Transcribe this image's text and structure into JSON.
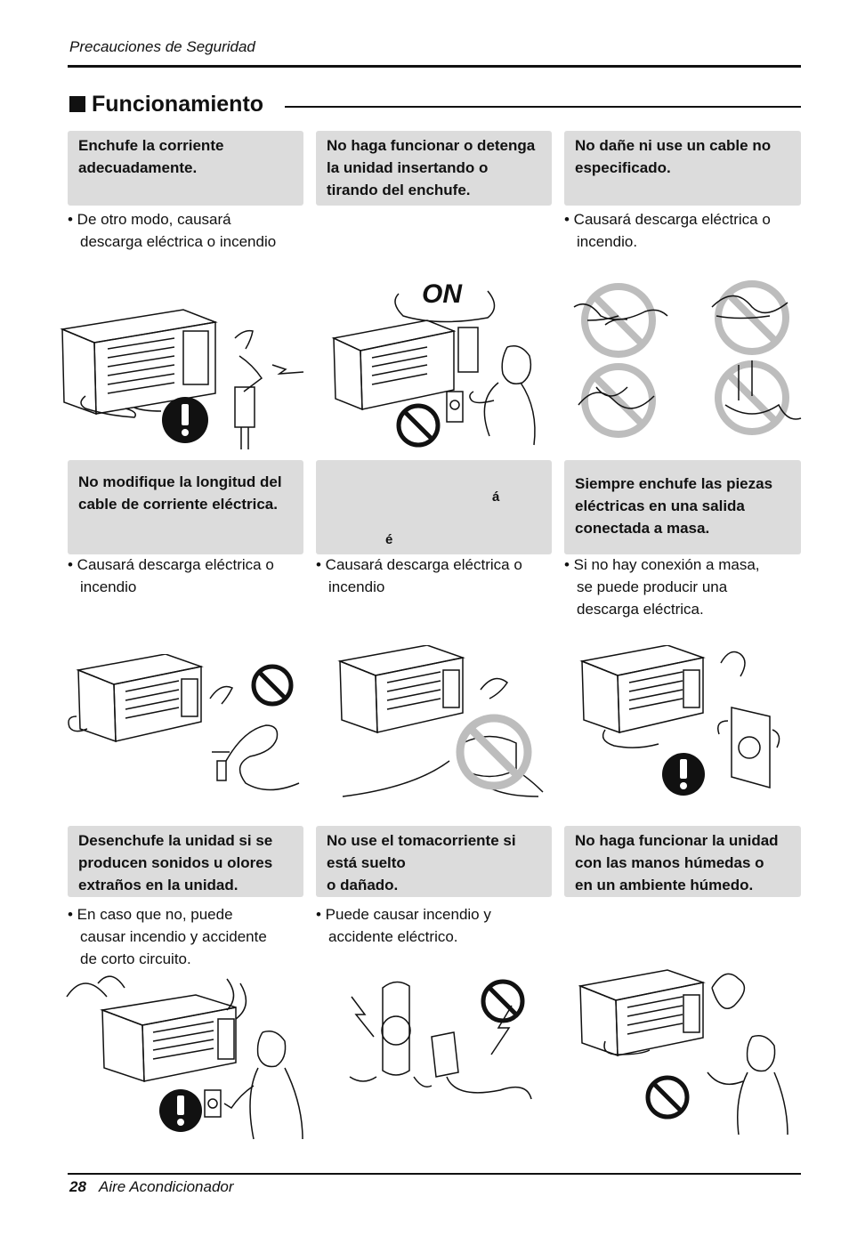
{
  "header": {
    "running_title": "Precauciones de Seguridad"
  },
  "section": {
    "title": "Funcionamiento"
  },
  "cells": [
    {
      "heading": "Enchufe la corriente\nadecuadamente.",
      "note": "• De otro modo, causará\ndescarga eléctrica o incendio",
      "illustration": "ac-unit-plug-mandatory-icon"
    },
    {
      "heading": "No haga funcionar o detenga\nla unidad insertando o\ntirando del enchufe.",
      "note": "",
      "illustration": "plug-on-prohibited-icon",
      "illustration_text": "ON"
    },
    {
      "heading": "No dañe ni use un cable no\nespecificado.",
      "note": "• Causará descarga eléctrica o\nincendio.",
      "illustration": "damaged-cable-prohibited-icon"
    },
    {
      "heading": "No modifique la longitud del\ncable de corriente eléctrica.",
      "note": "• Causará descarga eléctrica o\nincendio",
      "illustration": "cable-length-prohibited-icon"
    },
    {
      "heading": "",
      "heading_glyphs": [
        "á",
        "é"
      ],
      "note": "• Causará descarga eléctrica o\nincendio",
      "illustration": "multi-outlet-prohibited-icon"
    },
    {
      "heading": "Siempre enchufe las piezas\neléctricas en una salida\nconectada a masa.",
      "note": "• Si no hay conexión a masa,\nse puede producir una\ndescarga eléctrica.",
      "illustration": "grounded-outlet-mandatory-icon"
    },
    {
      "heading": "Desenchufe la unidad si se\nproducen sonidos u olores\nextraños en la unidad.",
      "note": "• En caso que no, puede\ncausar incendio y accidente\nde corto circuito.",
      "illustration": "smoking-unit-unplug-icon"
    },
    {
      "heading": "No use el tomacorriente si\nestá suelto\no dañado.",
      "note": "• Puede causar incendio y\naccidente eléctrico.",
      "illustration": "loose-outlet-prohibited-icon"
    },
    {
      "heading": "No haga funcionar la unidad\ncon las manos húmedas o\nen un ambiente húmedo.",
      "note": "",
      "illustration": "wet-hands-prohibited-icon"
    }
  ],
  "footer": {
    "page_number": "28",
    "product": "Aire Acondicionador"
  },
  "colors": {
    "heading_box": "#dcdcdc",
    "text": "#111111",
    "prohibit_gray": "#bdbdbd"
  }
}
